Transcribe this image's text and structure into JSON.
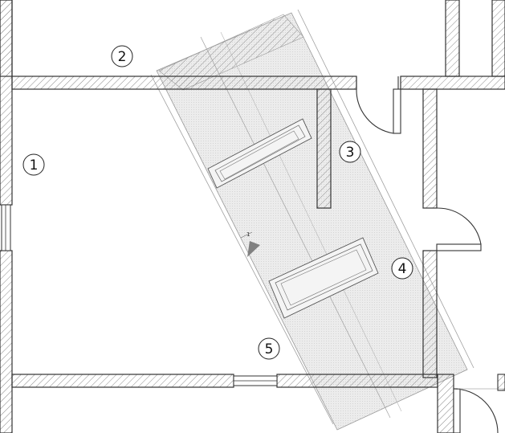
{
  "plan": {
    "room_labels": [
      {
        "id": "1",
        "text": "1"
      },
      {
        "id": "2",
        "text": "2"
      },
      {
        "id": "3",
        "text": "3"
      },
      {
        "id": "4",
        "text": "4"
      },
      {
        "id": "5",
        "text": "5"
      }
    ],
    "section_marker_text": "1",
    "colors": {
      "wall_stroke": "#333333",
      "hatch": "#8a8a8a",
      "section_fill": "#e9e9e9",
      "marker_fill": "#808080"
    }
  }
}
